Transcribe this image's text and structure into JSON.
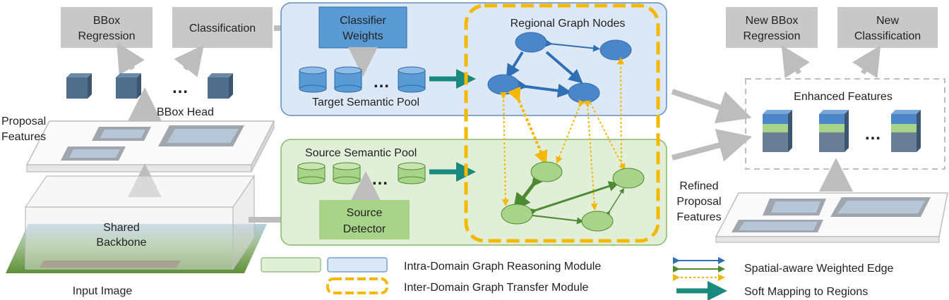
{
  "labels": {
    "bbox_regression": [
      "BBox",
      "Regression"
    ],
    "classification": "Classification",
    "bbox_head": "BBox Head",
    "proposal_features": [
      "Proposal",
      "Features"
    ],
    "shared_backbone": [
      "Shared",
      "Backbone"
    ],
    "input_image": "Input Image",
    "classifier_weights": [
      "Classifier",
      "Weights"
    ],
    "target_semantic_pool": "Target Semantic Pool",
    "source_semantic_pool": "Source Semantic Pool",
    "source_detector": [
      "Source",
      "Detector"
    ],
    "regional_graph_nodes": "Regional Graph Nodes",
    "new_bbox_regression": [
      "New BBox",
      "Regression"
    ],
    "new_classification": [
      "New",
      "Classification"
    ],
    "enhanced_features": "Enhanced Features",
    "refined_proposal_features": [
      "Refined",
      "Proposal",
      "Features"
    ],
    "ellipsis": "…"
  },
  "legend": {
    "intra_domain": "Intra-Domain Graph Reasoning Module",
    "inter_domain": "Inter-Domain Graph Transfer Module",
    "weighted_edge": "Spatial-aware Weighted Edge",
    "soft_mapping": "Soft Mapping to Regions"
  },
  "colors": {
    "blue_region": "#dce8f5",
    "green_region": "#e1efd9",
    "blue_node": "#4a86c8",
    "green_node": "#a8d48a",
    "orange": "#f5b800",
    "teal": "#1a8a7e",
    "grey_box": "#c8c8c8"
  }
}
